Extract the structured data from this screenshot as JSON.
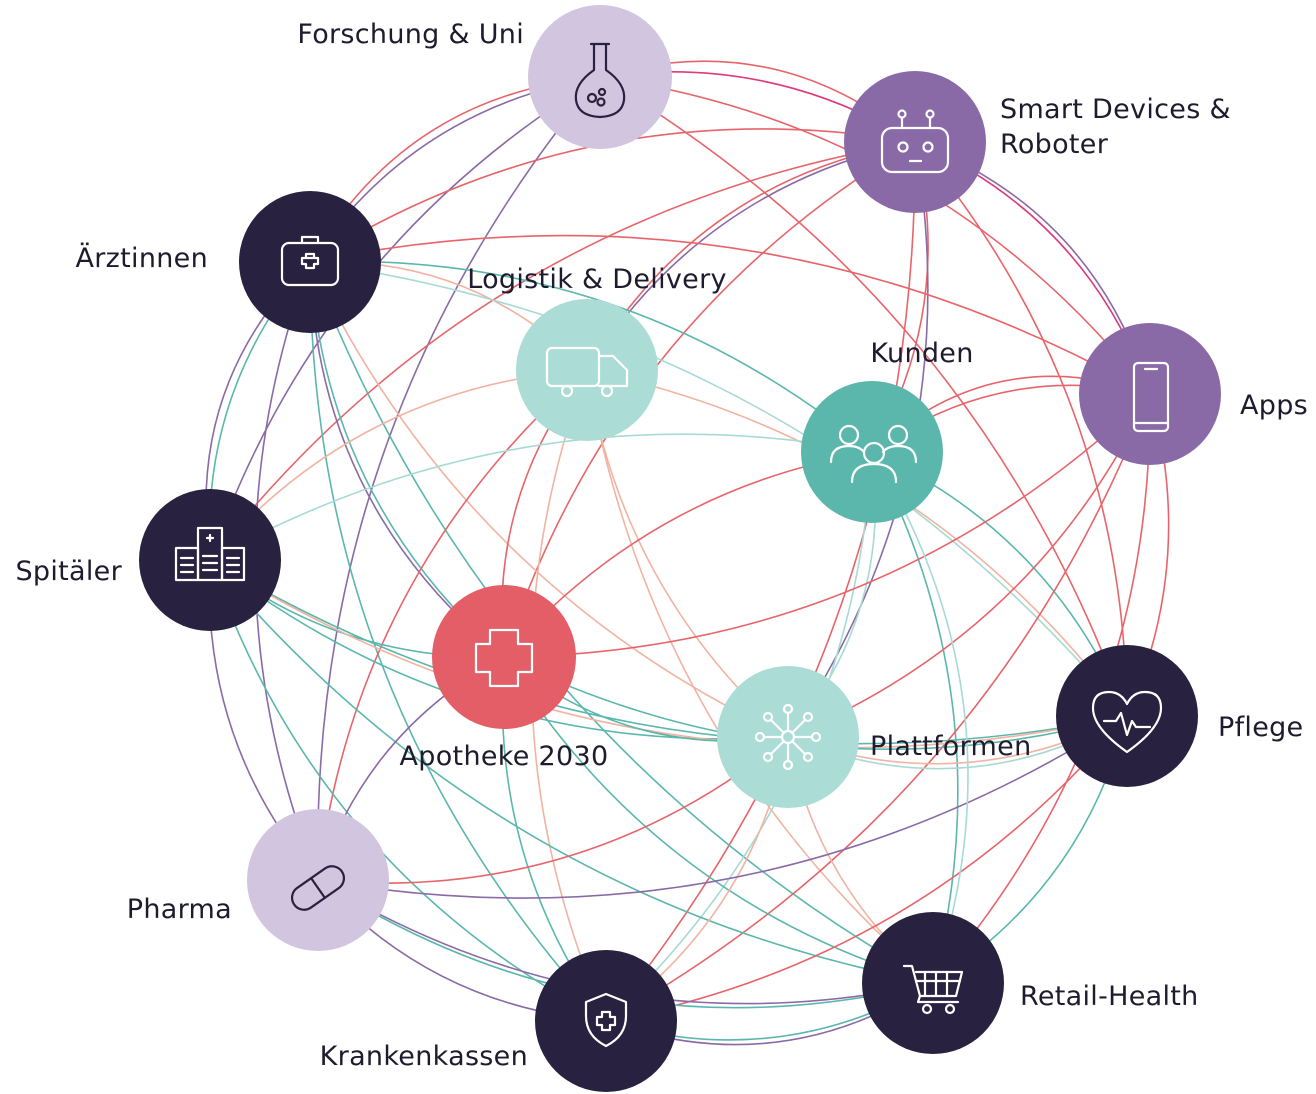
{
  "colors": {
    "dark": "#28213f",
    "purple": "#8a6aa6",
    "lilac": "#d2c5e0",
    "teal": "#5bb7ac",
    "mint": "#abdcd6",
    "red": "#e35e66",
    "line_teal": "#5bb7ac",
    "line_purple": "#8a6aa6",
    "line_red": "#e8646a",
    "line_peach": "#f1b3a2",
    "line_mint": "#a6dad3",
    "line_pink": "#de3a7c"
  },
  "nodes": [
    {
      "id": "forschung",
      "label": "Forschung & Uni",
      "icon": "flask-icon",
      "fill": "lilac"
    },
    {
      "id": "smart",
      "label_lines": [
        "Smart Devices &",
        "Roboter"
      ],
      "icon": "robot-icon",
      "fill": "purple"
    },
    {
      "id": "aerztinnen",
      "label": "Ärztinnen",
      "icon": "medical-kit-icon",
      "fill": "dark"
    },
    {
      "id": "logistik",
      "label": "Logistik & Delivery",
      "icon": "truck-icon",
      "fill": "mint"
    },
    {
      "id": "kunden",
      "label": "Kunden",
      "icon": "people-icon",
      "fill": "teal"
    },
    {
      "id": "apps",
      "label": "Apps",
      "icon": "smartphone-icon",
      "fill": "purple"
    },
    {
      "id": "spitaeler",
      "label": "Spitäler",
      "icon": "hospital-icon",
      "fill": "dark"
    },
    {
      "id": "apotheke",
      "label": "Apotheke 2030",
      "icon": "pharmacy-cross-icon",
      "fill": "red"
    },
    {
      "id": "plattformen",
      "label": "Plattformen",
      "icon": "network-icon",
      "fill": "mint"
    },
    {
      "id": "pflege",
      "label": "Pflege",
      "icon": "heart-pulse-icon",
      "fill": "dark"
    },
    {
      "id": "pharma",
      "label": "Pharma",
      "icon": "pill-icon",
      "fill": "lilac"
    },
    {
      "id": "krankenkassen",
      "label": "Krankenkassen",
      "icon": "shield-cross-icon",
      "fill": "dark"
    },
    {
      "id": "retail",
      "label": "Retail-Health",
      "icon": "shopping-cart-icon",
      "fill": "dark"
    }
  ],
  "links": [
    {
      "a": "forschung",
      "b": "smart",
      "color": "line_pink"
    },
    {
      "a": "forschung",
      "b": "smart",
      "color": "line_red"
    },
    {
      "a": "forschung",
      "b": "aerztinnen",
      "color": "line_purple"
    },
    {
      "a": "forschung",
      "b": "spitaeler",
      "color": "line_purple"
    },
    {
      "a": "forschung",
      "b": "pharma",
      "color": "line_purple"
    },
    {
      "a": "forschung",
      "b": "apps",
      "color": "line_red"
    },
    {
      "a": "forschung",
      "b": "pflege",
      "color": "line_red"
    },
    {
      "a": "forschung",
      "b": "aerztinnen",
      "color": "line_red"
    },
    {
      "a": "smart",
      "b": "apps",
      "color": "line_pink"
    },
    {
      "a": "smart",
      "b": "apps",
      "color": "line_purple"
    },
    {
      "a": "smart",
      "b": "aerztinnen",
      "color": "line_red"
    },
    {
      "a": "smart",
      "b": "logistik",
      "color": "line_purple"
    },
    {
      "a": "smart",
      "b": "logistik",
      "color": "line_red"
    },
    {
      "a": "smart",
      "b": "kunden",
      "color": "line_red"
    },
    {
      "a": "smart",
      "b": "plattformen",
      "color": "line_purple"
    },
    {
      "a": "smart",
      "b": "pflege",
      "color": "line_red"
    },
    {
      "a": "smart",
      "b": "apotheke",
      "color": "line_red"
    },
    {
      "a": "smart",
      "b": "spitaeler",
      "color": "line_red"
    },
    {
      "a": "smart",
      "b": "krankenkassen",
      "color": "line_red"
    },
    {
      "a": "aerztinnen",
      "b": "spitaeler",
      "color": "line_teal"
    },
    {
      "a": "aerztinnen",
      "b": "apotheke",
      "color": "line_teal"
    },
    {
      "a": "aerztinnen",
      "b": "apotheke",
      "color": "line_purple"
    },
    {
      "a": "aerztinnen",
      "b": "kunden",
      "color": "line_teal"
    },
    {
      "a": "aerztinnen",
      "b": "logistik",
      "color": "line_peach"
    },
    {
      "a": "aerztinnen",
      "b": "plattformen",
      "color": "line_peach"
    },
    {
      "a": "aerztinnen",
      "b": "pharma",
      "color": "line_purple"
    },
    {
      "a": "aerztinnen",
      "b": "krankenkassen",
      "color": "line_teal"
    },
    {
      "a": "aerztinnen",
      "b": "retail",
      "color": "line_teal"
    },
    {
      "a": "aerztinnen",
      "b": "apps",
      "color": "line_red"
    },
    {
      "a": "aerztinnen",
      "b": "pflege",
      "color": "line_mint"
    },
    {
      "a": "aerztinnen",
      "b": "spitaeler",
      "color": "line_purple"
    },
    {
      "a": "logistik",
      "b": "apotheke",
      "color": "line_red"
    },
    {
      "a": "logistik",
      "b": "spitaeler",
      "color": "line_peach"
    },
    {
      "a": "logistik",
      "b": "plattformen",
      "color": "line_peach"
    },
    {
      "a": "logistik",
      "b": "pharma",
      "color": "line_red"
    },
    {
      "a": "logistik",
      "b": "krankenkassen",
      "color": "line_peach"
    },
    {
      "a": "logistik",
      "b": "retail",
      "color": "line_peach"
    },
    {
      "a": "logistik",
      "b": "pflege",
      "color": "line_peach"
    },
    {
      "a": "kunden",
      "b": "apps",
      "color": "line_red"
    },
    {
      "a": "kunden",
      "b": "apotheke",
      "color": "line_red"
    },
    {
      "a": "kunden",
      "b": "pflege",
      "color": "line_teal"
    },
    {
      "a": "kunden",
      "b": "plattformen",
      "color": "line_mint"
    },
    {
      "a": "kunden",
      "b": "spitaeler",
      "color": "line_mint"
    },
    {
      "a": "kunden",
      "b": "retail",
      "color": "line_teal"
    },
    {
      "a": "kunden",
      "b": "krankenkassen",
      "color": "line_mint"
    },
    {
      "a": "apps",
      "b": "pflege",
      "color": "line_red"
    },
    {
      "a": "apps",
      "b": "plattformen",
      "color": "line_red"
    },
    {
      "a": "apps",
      "b": "apotheke",
      "color": "line_red"
    },
    {
      "a": "apps",
      "b": "krankenkassen",
      "color": "line_red"
    },
    {
      "a": "apps",
      "b": "retail",
      "color": "line_red"
    },
    {
      "a": "apps",
      "b": "kunden",
      "color": "line_red"
    },
    {
      "a": "spitaeler",
      "b": "apotheke",
      "color": "line_teal"
    },
    {
      "a": "spitaeler",
      "b": "plattformen",
      "color": "line_teal"
    },
    {
      "a": "spitaeler",
      "b": "pflege",
      "color": "line_teal"
    },
    {
      "a": "spitaeler",
      "b": "retail",
      "color": "line_teal"
    },
    {
      "a": "spitaeler",
      "b": "pharma",
      "color": "line_purple"
    },
    {
      "a": "spitaeler",
      "b": "krankenkassen",
      "color": "line_teal"
    },
    {
      "a": "spitaeler",
      "b": "pflege",
      "color": "line_peach"
    },
    {
      "a": "apotheke",
      "b": "pflege",
      "color": "line_teal"
    },
    {
      "a": "apotheke",
      "b": "plattformen",
      "color": "line_teal"
    },
    {
      "a": "apotheke",
      "b": "krankenkassen",
      "color": "line_teal"
    },
    {
      "a": "apotheke",
      "b": "retail",
      "color": "line_teal"
    },
    {
      "a": "plattformen",
      "b": "pflege",
      "color": "line_peach"
    },
    {
      "a": "plattformen",
      "b": "retail",
      "color": "line_peach"
    },
    {
      "a": "plattformen",
      "b": "krankenkassen",
      "color": "line_peach"
    },
    {
      "a": "plattformen",
      "b": "pharma",
      "color": "line_red"
    },
    {
      "a": "plattformen",
      "b": "pflege",
      "color": "line_mint"
    },
    {
      "a": "pflege",
      "b": "retail",
      "color": "line_teal"
    },
    {
      "a": "pflege",
      "b": "pharma",
      "color": "line_purple"
    },
    {
      "a": "pflege",
      "b": "krankenkassen",
      "color": "line_red"
    },
    {
      "a": "pharma",
      "b": "krankenkassen",
      "color": "line_purple"
    },
    {
      "a": "pharma",
      "b": "retail",
      "color": "line_purple"
    },
    {
      "a": "pharma",
      "b": "retail",
      "color": "line_teal"
    },
    {
      "a": "pharma",
      "b": "apotheke",
      "color": "line_purple"
    },
    {
      "a": "krankenkassen",
      "b": "retail",
      "color": "line_teal"
    },
    {
      "a": "krankenkassen",
      "b": "retail",
      "color": "line_purple"
    },
    {
      "a": "retail",
      "b": "kunden",
      "color": "line_mint"
    }
  ]
}
